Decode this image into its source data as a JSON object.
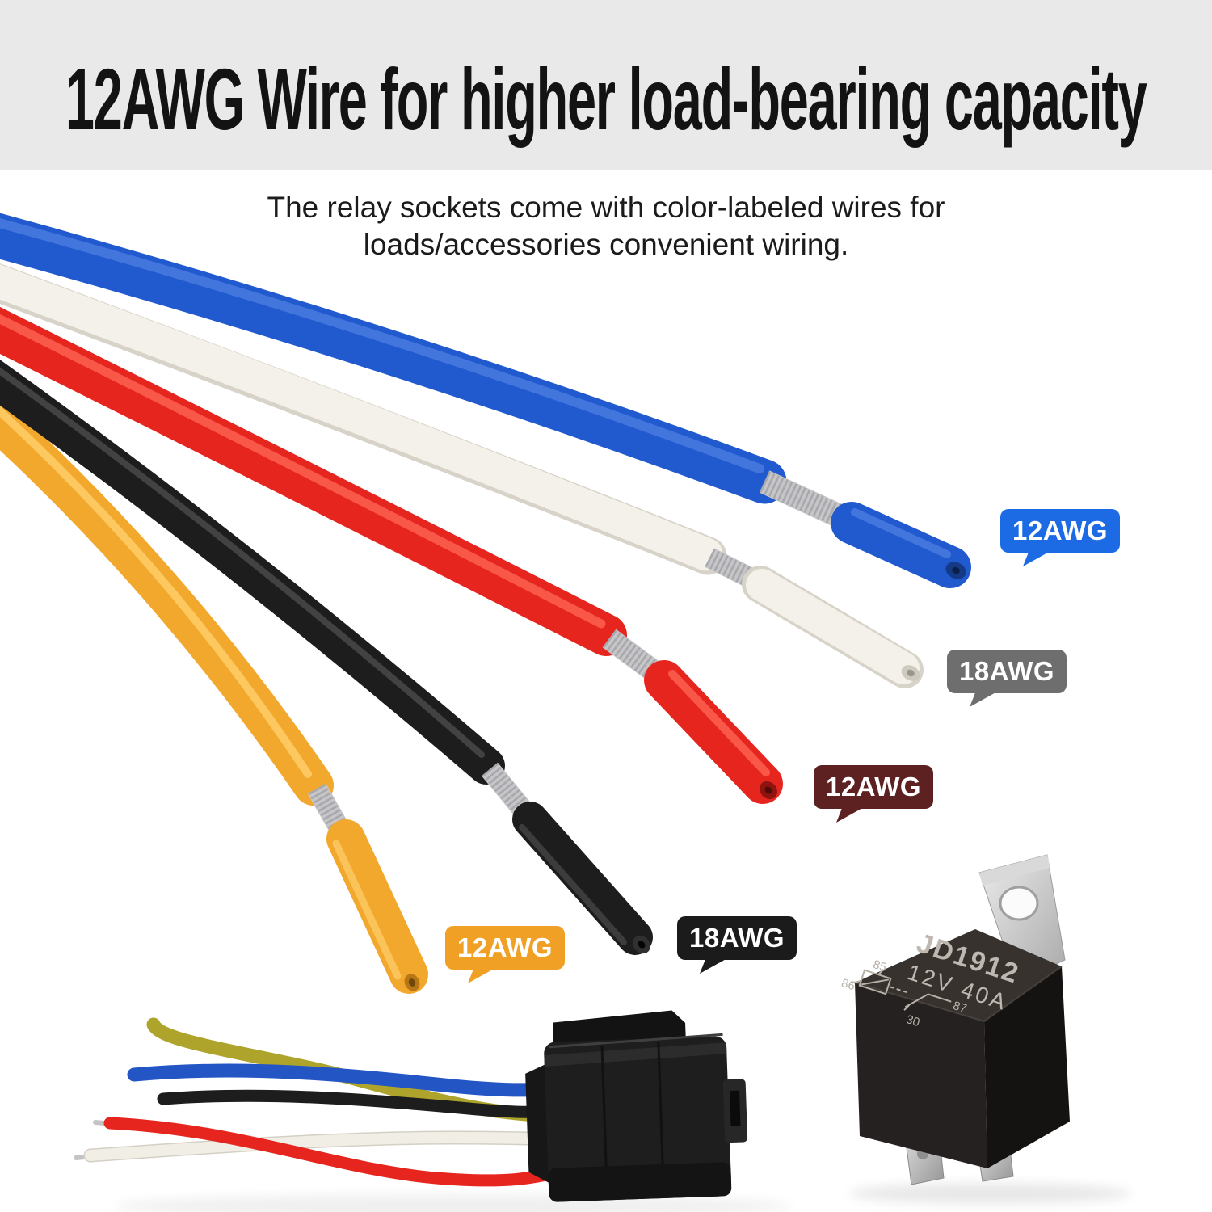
{
  "header": {
    "title": "12AWG Wire for higher load-bearing capacity",
    "bg_color": "#e9e9e9"
  },
  "subtitle": {
    "line1": "The relay sockets come with color-labeled wires for",
    "line2": "loads/accessories convenient wiring."
  },
  "wire_tags": [
    {
      "wire": "blue",
      "label": "12AWG",
      "bubble_color": "#1c6be4"
    },
    {
      "wire": "white",
      "label": "18AWG",
      "bubble_color": "#6e6e6e"
    },
    {
      "wire": "red",
      "label": "12AWG",
      "bubble_color": "#5e2121"
    },
    {
      "wire": "yellow",
      "label": "12AWG",
      "bubble_color": "#f0a125"
    },
    {
      "wire": "black",
      "label": "18AWG",
      "bubble_color": "#1b1b1b"
    }
  ],
  "wires": [
    {
      "name": "blue",
      "gauge": "12AWG",
      "color": "#2159cf"
    },
    {
      "name": "white",
      "gauge": "18AWG",
      "color": "#f4f1ea"
    },
    {
      "name": "red",
      "gauge": "12AWG",
      "color": "#e6261e"
    },
    {
      "name": "black",
      "gauge": "18AWG",
      "color": "#1d1d1d"
    },
    {
      "name": "yellow",
      "gauge": "12AWG",
      "color": "#f2a82c"
    }
  ],
  "relay": {
    "model": "JD1912",
    "rating": "12V 40A",
    "pins": [
      "85",
      "86",
      "30",
      "87"
    ]
  },
  "socket": {
    "wire_colors": [
      "#aea42b",
      "#2356c4",
      "#1d1d1d",
      "#f1eee6",
      "#e6261e"
    ]
  }
}
